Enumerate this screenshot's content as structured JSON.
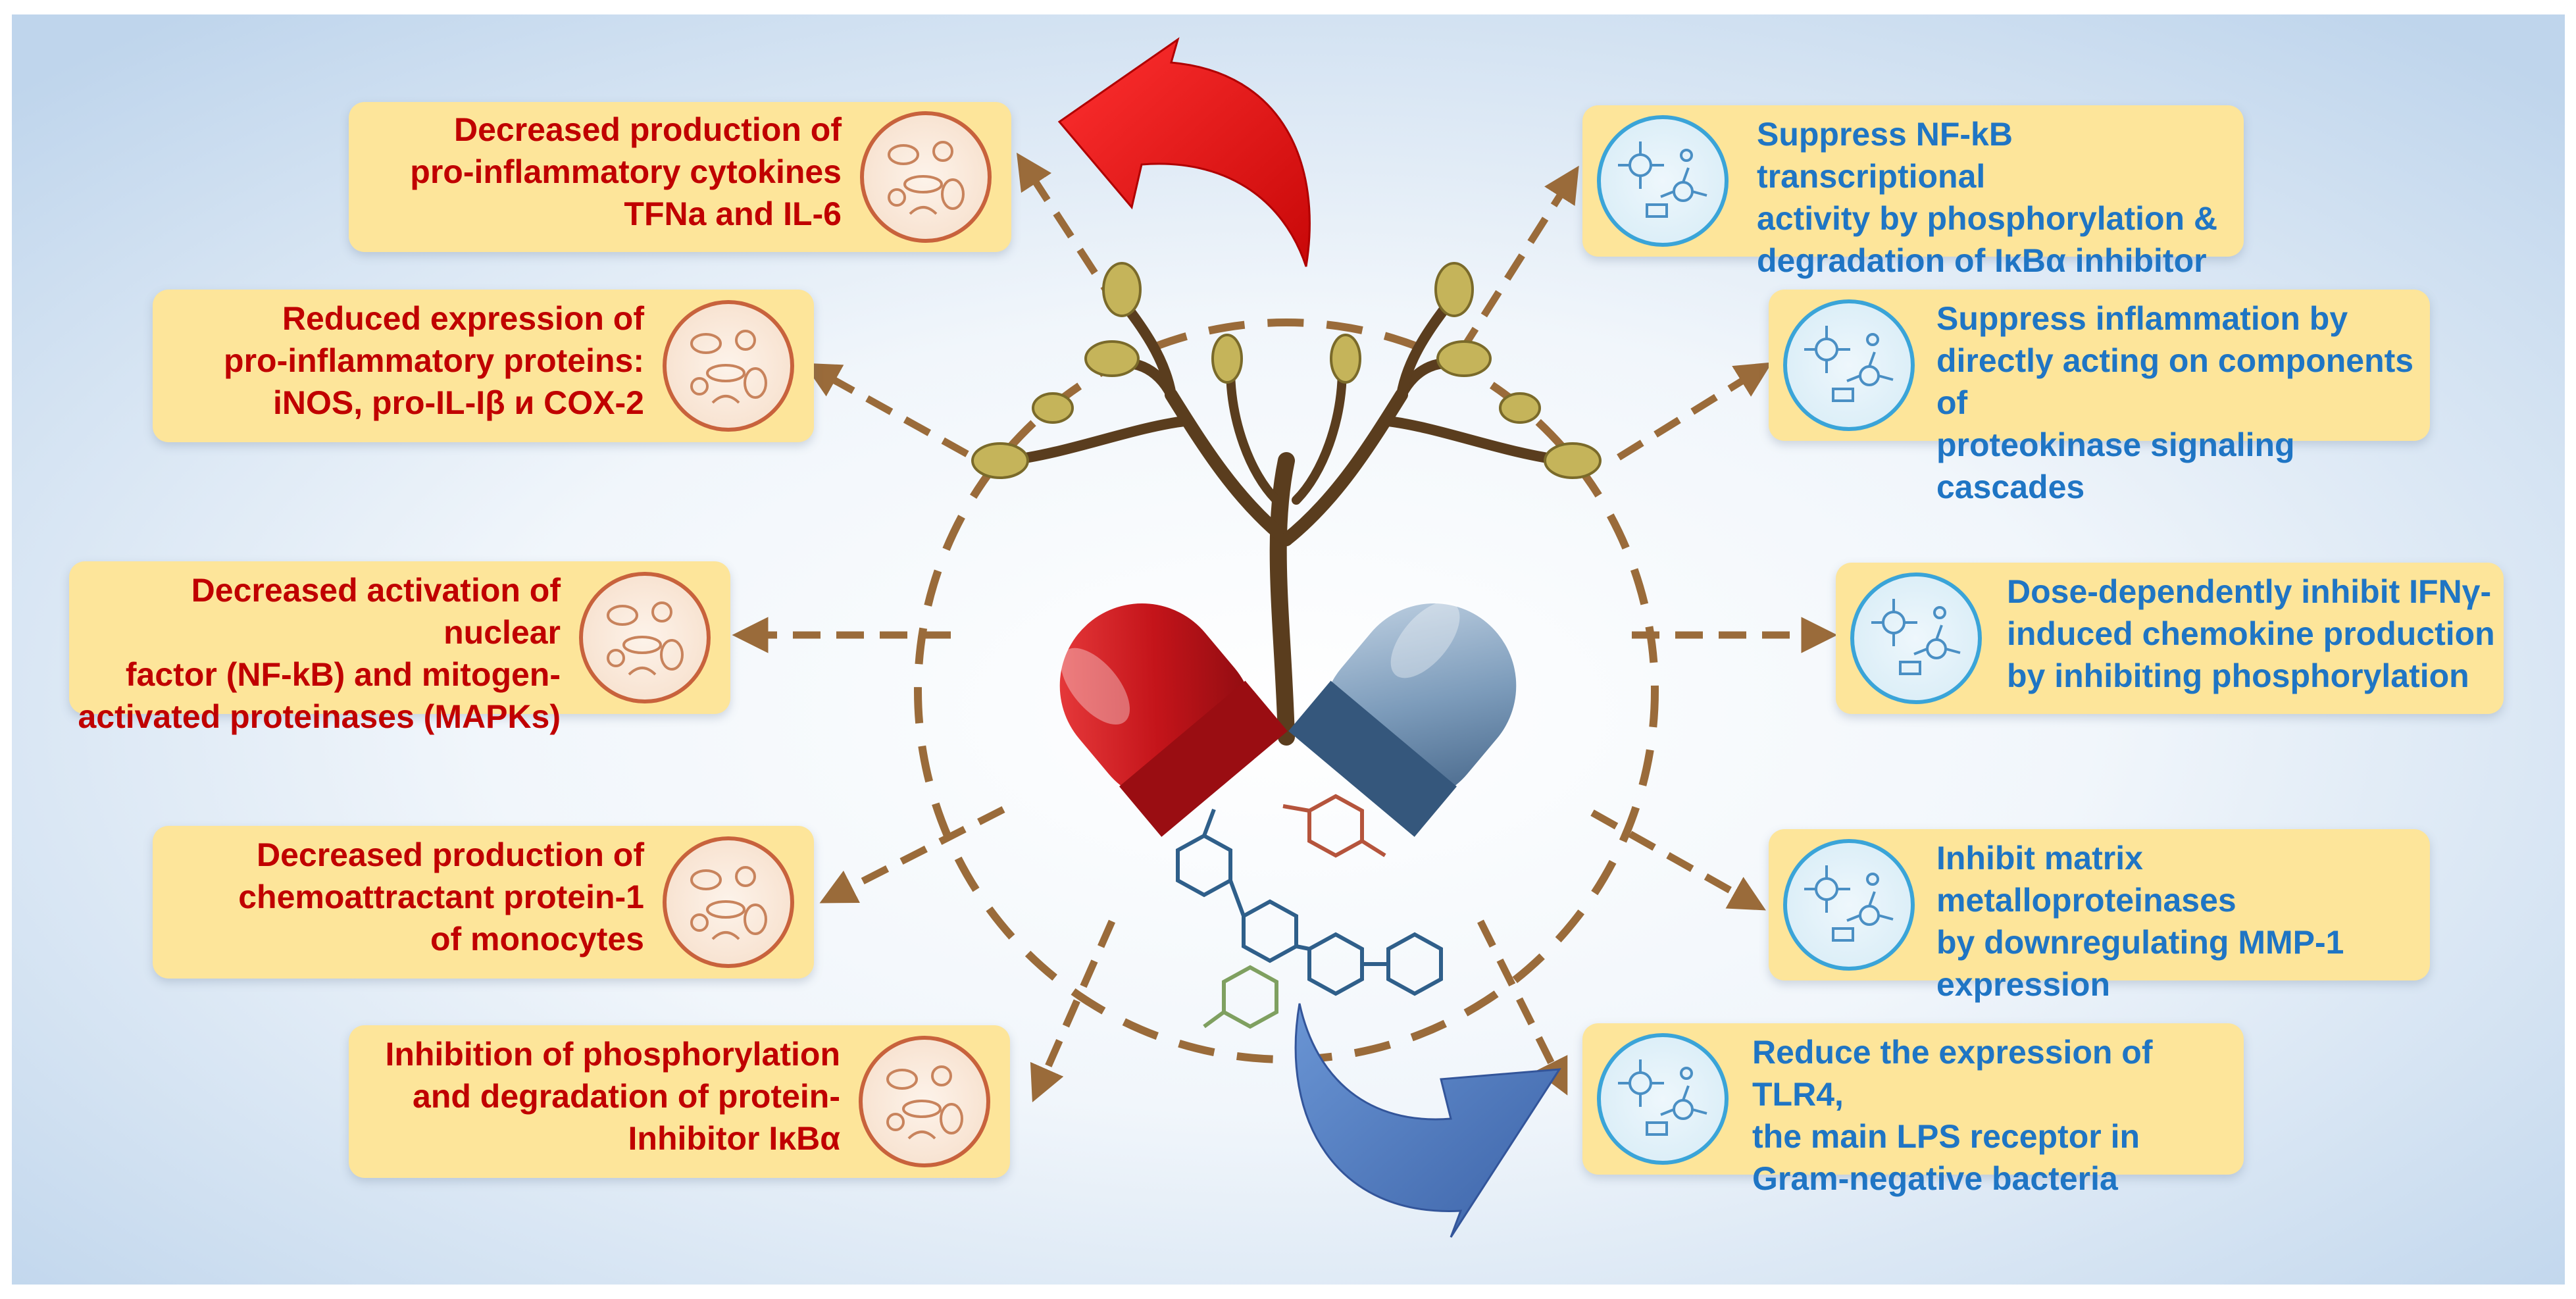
{
  "colors": {
    "box_fill": "#fde59a",
    "red_text": "#c00000",
    "blue_text": "#1f75c4",
    "arrow_brown": "#9a6b3a",
    "red_arrow": "#e01414",
    "blue_arrow": "#4a78bd",
    "capsule_red": "#c4141a",
    "capsule_blue": "#7d9cbb"
  },
  "left_effects": [
    {
      "text": "Decreased production of\npro-inflammatory cytokines\nTFNa and IL-6",
      "icon": "microbe-cells-icon"
    },
    {
      "text": "Reduced expression of\npro-inflammatory proteins:\niNOS, pro-IL-Iβ и COX-2",
      "icon": "microbe-cells-icon"
    },
    {
      "text": "Decreased activation of nuclear\nfactor (NF-kB) and mitogen-\nactivated proteinases (MAPKs)",
      "icon": "microbe-cells-icon"
    },
    {
      "text": "Decreased production of\nchemoattractant protein-1\nof monocytes",
      "icon": "microbe-cells-icon"
    },
    {
      "text": "Inhibition of phosphorylation\nand degradation of protein-\nInhibitor IκBα",
      "icon": "microbe-cells-icon"
    }
  ],
  "right_effects": [
    {
      "text": "Suppress NF-kB transcriptional\nactivity by phosphorylation &\ndegradation of IκBα inhibitor",
      "icon": "immune-cells-icon"
    },
    {
      "text": "Suppress inflammation by\ndirectly acting on components of\nproteokinase signaling cascades",
      "icon": "immune-cells-icon"
    },
    {
      "text": "Dose-dependently inhibit IFNγ-\ninduced chemokine production\nby inhibiting phosphorylation",
      "icon": "immune-cells-icon"
    },
    {
      "text": "Inhibit matrix metalloproteinases\nby downregulating MMP-1\nexpression",
      "icon": "immune-cells-icon"
    },
    {
      "text": "Reduce the expression of TLR4,\nthe main LPS receptor in\nGram-negative bacteria",
      "icon": "immune-cells-icon"
    }
  ],
  "center": {
    "plant_icon": "brown-seaweed-icon",
    "capsule_icon": "split-capsule-icon",
    "molecule_icon": "polyphenol-molecule-icon"
  }
}
